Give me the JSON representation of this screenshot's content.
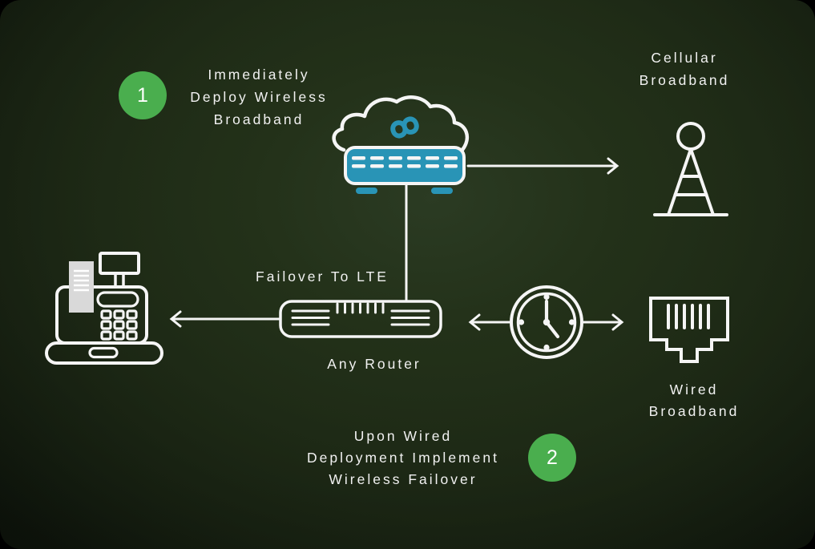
{
  "colors": {
    "accent_teal": "#2994b6",
    "badge_green": "#4aae4e",
    "text": "#f1f1f1",
    "line": "#f5f5f5",
    "receipt_fill": "#d9d9d9"
  },
  "steps": {
    "step1": {
      "number": "1",
      "lines": [
        "Immediately",
        "Deploy Wireless",
        "Broadband"
      ]
    },
    "step2": {
      "number": "2",
      "lines": [
        "Upon Wired",
        "Deployment Implement",
        "Wireless Failover"
      ]
    }
  },
  "labels": {
    "cellular_line1": "Cellular",
    "cellular_line2": "Broadband",
    "failover": "Failover To LTE",
    "any_router": "Any Router",
    "wired_line1": "Wired",
    "wired_line2": "Broadband"
  },
  "icons": {
    "cloud_router": "lte-cloud-router-icon",
    "cell_tower": "cell-tower-icon",
    "any_router": "generic-router-icon",
    "pos_terminal": "pos-terminal-icon",
    "clock": "clock-icon",
    "ethernet_jack": "ethernet-jack-icon"
  }
}
